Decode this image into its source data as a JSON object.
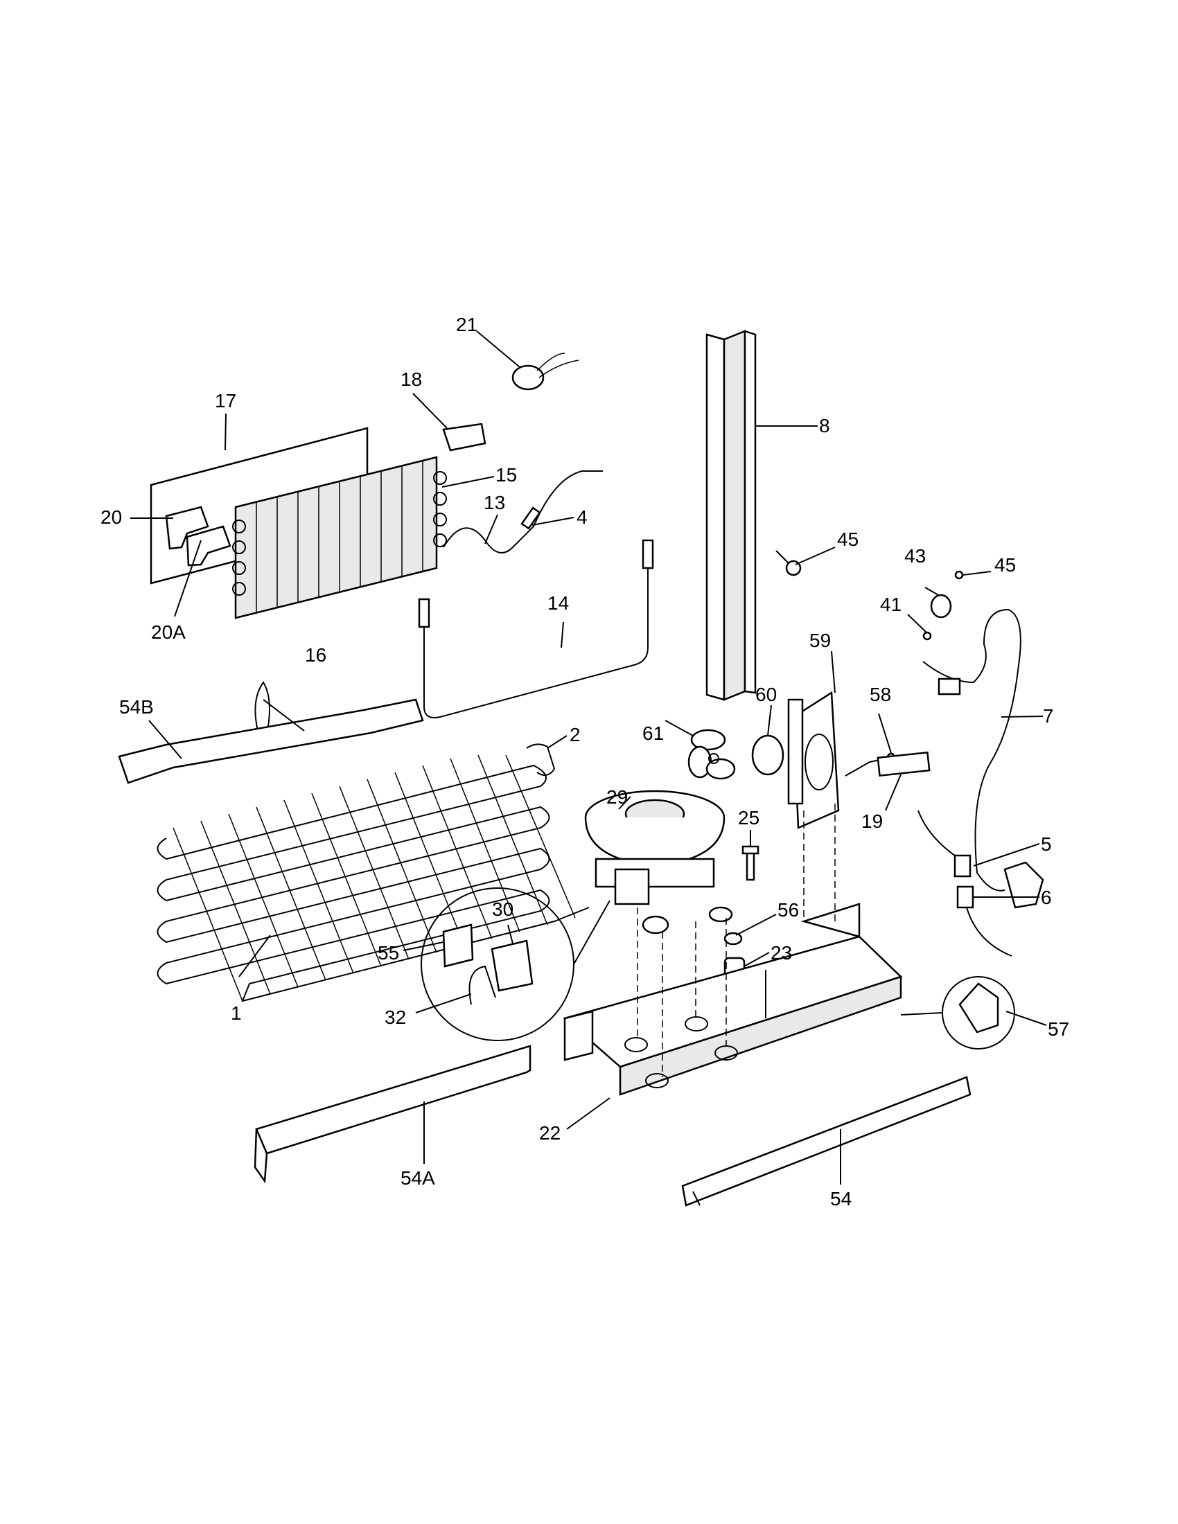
{
  "callouts": {
    "c1": "1",
    "c2": "2",
    "c4": "4",
    "c5": "5",
    "c6": "6",
    "c7": "7",
    "c8": "8",
    "c13": "13",
    "c14": "14",
    "c15": "15",
    "c16": "16",
    "c17": "17",
    "c18": "18",
    "c19": "19",
    "c20": "20",
    "c20a": "20A",
    "c21": "21",
    "c22": "22",
    "c23": "23",
    "c25": "25",
    "c29": "29",
    "c30": "30",
    "c32": "32",
    "c41": "41",
    "c43": "43",
    "c45a": "45",
    "c45b": "45",
    "c54": "54",
    "c54a": "54A",
    "c54b": "54B",
    "c55": "55",
    "c56": "56",
    "c57": "57",
    "c58": "58",
    "c59": "59",
    "c60": "60",
    "c61": "61"
  }
}
